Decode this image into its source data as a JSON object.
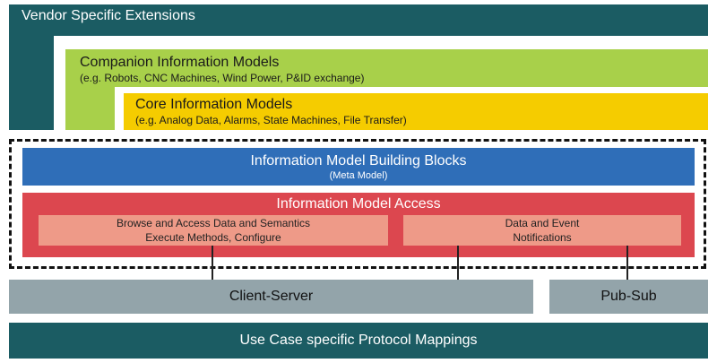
{
  "vendor": {
    "title": "Vendor Specific Extensions"
  },
  "companion": {
    "title": "Companion Information Models",
    "subtitle": "(e.g. Robots, CNC Machines, Wind Power, P&ID exchange)"
  },
  "core": {
    "title": "Core Information Models",
    "subtitle": "(e.g. Analog Data, Alarms, State Machines, File Transfer)"
  },
  "building_blocks": {
    "title": "Information Model Building Blocks",
    "subtitle": "(Meta Model)"
  },
  "access": {
    "title": "Information Model Access",
    "left_line1": "Browse and Access Data and Semantics",
    "left_line2": "Execute Methods, Configure",
    "right_line1": "Data and Event",
    "right_line2": "Notifications"
  },
  "transport": {
    "client_server": "Client-Server",
    "pub_sub": "Pub-Sub"
  },
  "mappings": {
    "title": "Use Case specific Protocol Mappings"
  },
  "colors": {
    "teal": "#1b5c63",
    "green": "#a8d04a",
    "yellow": "#f5cc00",
    "blue": "#2f6eb8",
    "red": "#dc474f",
    "pink": "#ee9a88",
    "gray": "#93a4aa"
  }
}
